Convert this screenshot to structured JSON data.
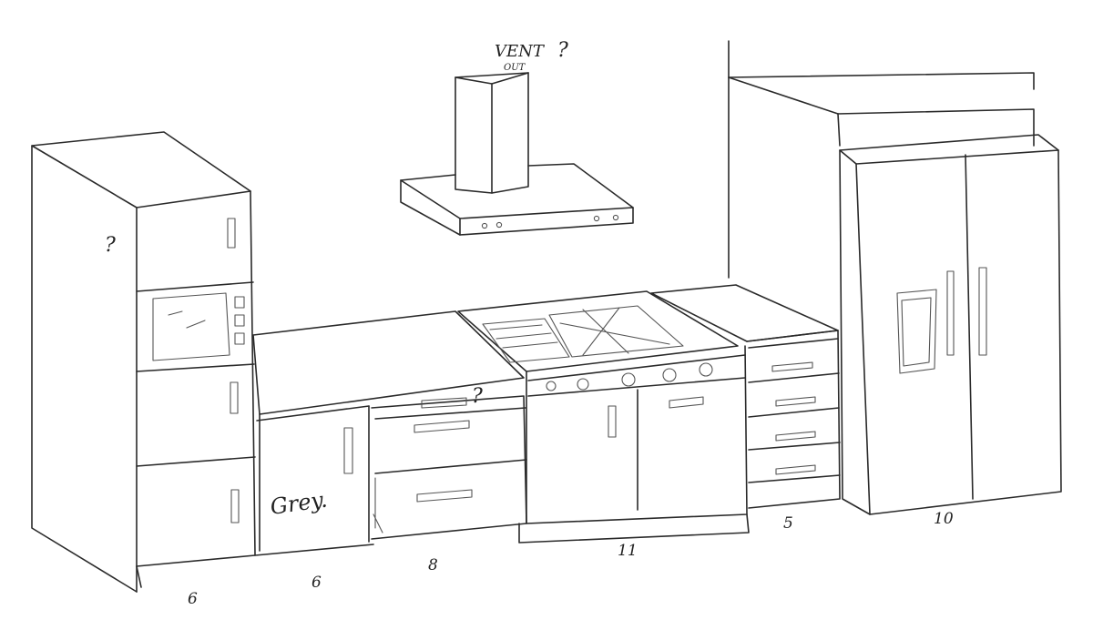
{
  "annotations": {
    "vent": "VENT",
    "vent_out": "OUT",
    "vent_question": "?",
    "tall_unit_question": "?",
    "drawer_question": "?",
    "grey_note": "Grey."
  },
  "dimension_labels": {
    "tall_unit": "6",
    "grey_cabinet": "6",
    "drawer_unit": "8",
    "range_unit": "11",
    "small_drawers": "5",
    "fridge": "10"
  }
}
